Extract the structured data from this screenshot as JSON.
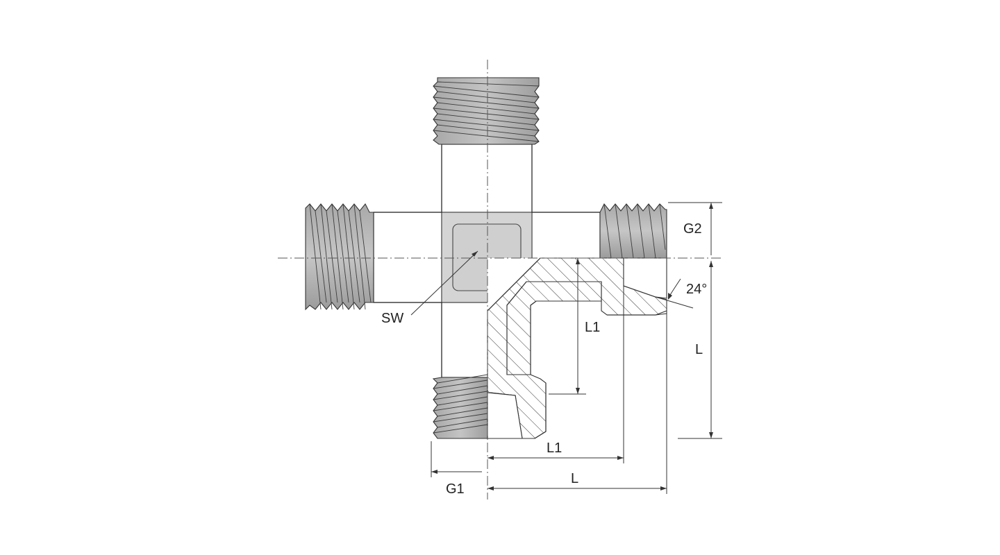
{
  "diagram": {
    "labels": {
      "sw": "SW",
      "g1": "G1",
      "g2": "G2",
      "l_horizontal": "L",
      "l1_horizontal": "L1",
      "l_vertical": "L",
      "l1_vertical": "L1",
      "angle": "24°"
    },
    "colors": {
      "body_light": "#ececec",
      "body_mid": "#bdbdbd",
      "body_dark": "#8f8f8f",
      "thread_fill": "#b5b5b5",
      "outline": "#333333",
      "text": "#222222"
    }
  }
}
